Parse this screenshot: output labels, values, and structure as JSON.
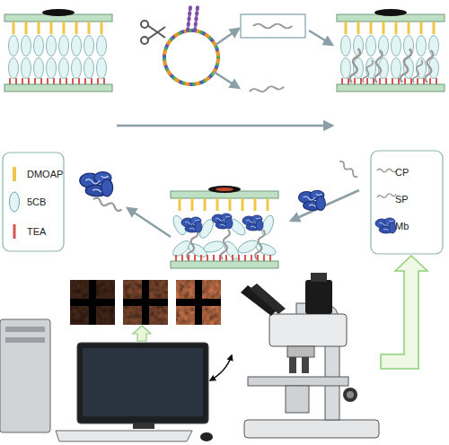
{
  "diagram": {
    "legend": [
      {
        "text": "DMOAP"
      },
      {
        "text": "5CB"
      },
      {
        "text": "TEA"
      },
      {
        "text": "CP"
      },
      {
        "text": "SP"
      },
      {
        "text": "Mb"
      }
    ]
  }
}
